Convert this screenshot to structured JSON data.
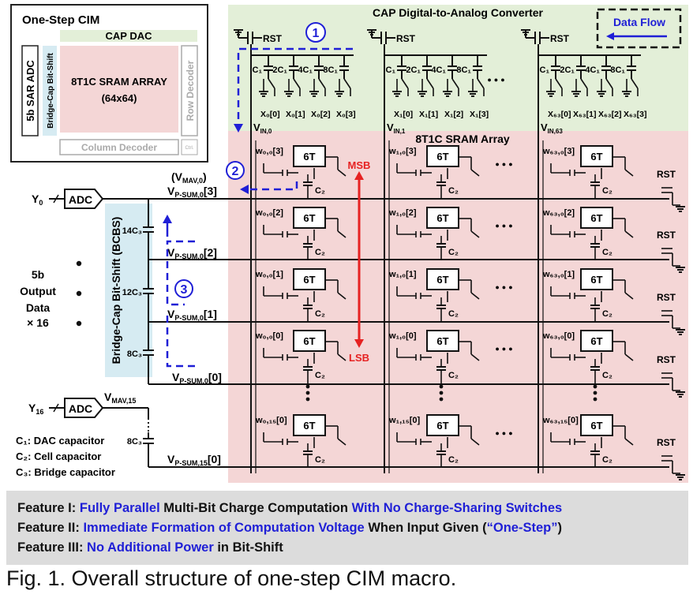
{
  "overview": {
    "title": "One-Step CIM",
    "cap_dac": "CAP DAC",
    "sar_adc": "5b SAR ADC",
    "bit_shift": "Bridge-Cap Bit-Shift",
    "array_line1": "8T1C SRAM ARRAY",
    "array_line2": "(64x64)",
    "row_decoder": "Row Decoder",
    "col_decoder": "Column Decoder",
    "ctrl": "Ctrl."
  },
  "dac": {
    "title": "CAP Digital-to-Analog Converter",
    "data_flow": "Data Flow",
    "rst": "RST",
    "caps": [
      "C₁",
      "2C₁",
      "4C₁",
      "8C₁"
    ],
    "inputs": [
      [
        "X₀[0]",
        "X₀[1]",
        "X₀[2]",
        "X₀[3]"
      ],
      [
        "X₁[0]",
        "X₁[1]",
        "X₁[2]",
        "X₁[3]"
      ],
      [
        "X₆₃[0]",
        "X₆₃[1]",
        "X₆₃[2]",
        "X₆₃[3]"
      ]
    ],
    "vin": [
      "V",
      "V",
      "V"
    ],
    "vin_sub": [
      "IN,0",
      "IN,1",
      "IN,63"
    ]
  },
  "array": {
    "title": "8T1C SRAM Array",
    "cell": "6T",
    "c2": "C₂",
    "msb": "MSB",
    "lsb": "LSB",
    "rst": "RST",
    "dots": "●●●",
    "weights": [
      [
        "w₀,₀[3]",
        "w₁,₀[3]",
        "w₆₃,₀[3]"
      ],
      [
        "w₀,₀[2]",
        "w₁,₀[2]",
        "w₆₃,₀[2]"
      ],
      [
        "w₀,₀[1]",
        "w₁,₀[1]",
        "w₆₃,₀[1]"
      ],
      [
        "w₀,₀[0]",
        "w₁,₀[0]",
        "w₆₃,₀[0]"
      ],
      [
        "w₀,₁₅[0]",
        "w₁,₁₅[0]",
        "w₆₃,₁₅[0]"
      ]
    ]
  },
  "bcbs": {
    "label": "Bridge-Cap Bit-Shift (BCBS)",
    "caps": [
      "14C₃",
      "12C₃",
      "8C₃"
    ],
    "c3_15": "8C₃",
    "vpsum": [
      "V",
      "V",
      "V",
      "V",
      "V"
    ],
    "vpsum_sub": [
      "P-SUM,0",
      "P-SUM,0",
      "P-SUM,0",
      "P-SUM,0",
      "P-SUM,15"
    ],
    "vpsum_idx": [
      "[3]",
      "[2]",
      "[1]",
      "[0]",
      "[0]"
    ],
    "vmav0": "(V",
    "vmav0_sub": "MAV,0",
    "vmav15": "V",
    "vmav15_sub": "MAV,15"
  },
  "adc": {
    "label": "ADC",
    "y0": "Y",
    "y0_sub": "0",
    "y16": "Y",
    "y16_sub": "16"
  },
  "output": {
    "line1": "5b",
    "line2": "Output",
    "line3": "Data",
    "line4": "× 16"
  },
  "legend": [
    "C₁: DAC capacitor",
    "C₂: Cell capacitor",
    "C₃: Bridge capacitor"
  ],
  "steps": [
    "1",
    "2",
    "3"
  ],
  "features": [
    {
      "prefix": "Feature I: ",
      "blue1": "Fully Parallel",
      "mid": " Multi-Bit Charge Computation ",
      "blue2": "With No Charge-Sharing Switches",
      "end": ""
    },
    {
      "prefix": "Feature II: ",
      "blue1": "Immediate Formation of Computation Voltage",
      "mid": " When Input Given (",
      "blue2": "“One-Step”",
      "end": ")"
    },
    {
      "prefix": "Feature III: ",
      "blue1": "No Additional Power",
      "mid": " in Bit-Shift",
      "blue2": "",
      "end": ""
    }
  ],
  "caption": "Fig. 1. Overall structure of one-step CIM macro.",
  "colors": {
    "dac_bg": "#e3efd8",
    "array_bg": "#f4d6d6",
    "bcbs_bg": "#d6ebf2",
    "blue": "#1f1fd6",
    "red": "#e62222"
  }
}
